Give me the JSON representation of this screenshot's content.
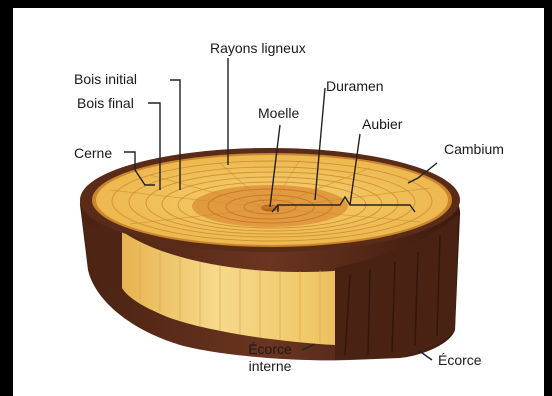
{
  "labels": {
    "rayons": "Rayons ligneux",
    "bois_initial": "Bois initial",
    "duramen": "Duramen",
    "bois_final": "Bois final",
    "moelle": "Moelle",
    "aubier": "Aubier",
    "cerne": "Cerne",
    "cambium": "Cambium",
    "ecorce_interne_line1": "Écorce",
    "ecorce_interne_line2": "interne",
    "ecorce": "Écorce"
  },
  "colors": {
    "frame": "#000000",
    "bark": "#5a2b17",
    "bark_dark": "#3b1a0e",
    "sapwood": "#f2c25a",
    "sapwood_light": "#f7d98a",
    "heartwood": "#e19a3c",
    "pith": "#c96f1e",
    "side_wood": "#f1cc6c",
    "leader": "#222222"
  }
}
